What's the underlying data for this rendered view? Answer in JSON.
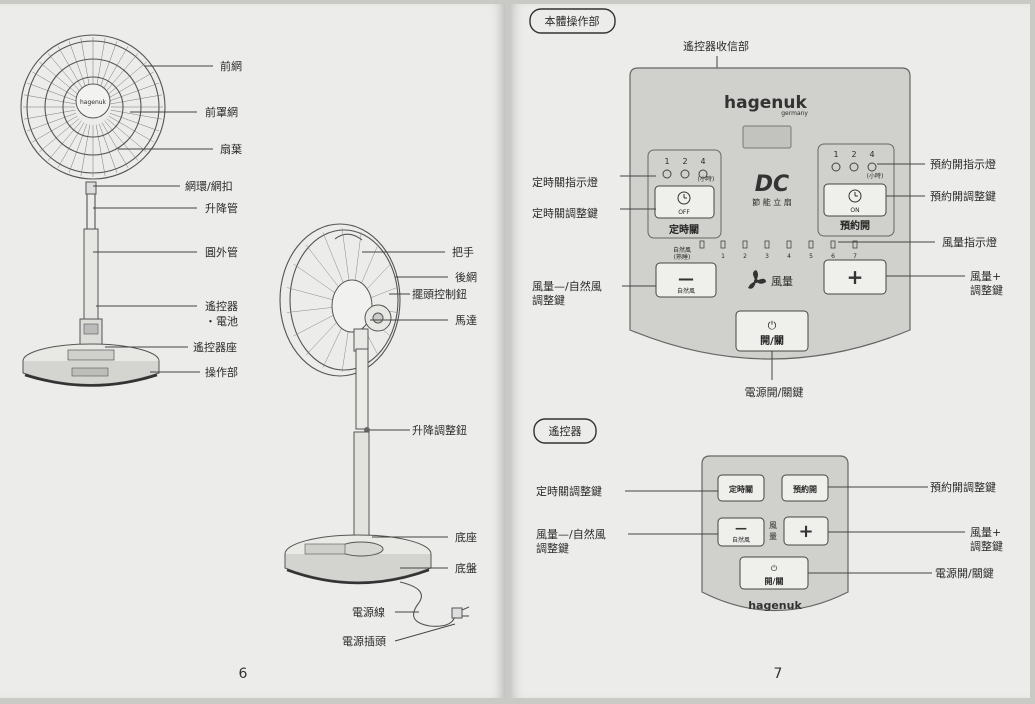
{
  "left_page": {
    "labels": {
      "front_grill": "前網",
      "front_cover_grill": "前罩網",
      "blade": "扇葉",
      "grill_ring_clip": "網環/網扣",
      "lift_tube": "升降管",
      "outer_tube": "圓外管",
      "remote_battery_1": "遙控器",
      "remote_battery_2": "・電池",
      "remote_holder": "遙控器座",
      "control_panel": "操作部",
      "handle": "把手",
      "rear_grill": "後網",
      "oscillation_knob": "擺頭控制鈕",
      "motor": "馬達",
      "height_knob": "升降調整鈕",
      "base_seat": "底座",
      "base_plate": "底盤",
      "power_cord": "電源線",
      "power_plug": "電源插頭"
    },
    "fan_brand": "hagenuk",
    "page_number": "6"
  },
  "right_page": {
    "section_body": "本體操作部",
    "section_remote": "遙控器",
    "ir_receiver": "遙控器收信部",
    "brand": "hagenuk",
    "brand_sub": "germany",
    "dc_logo": "DC",
    "dc_sub": "節 能 立 扇",
    "timer_nums": [
      "1",
      "2",
      "4"
    ],
    "timer_unit": "(小時)",
    "off_label": "OFF",
    "timer_off_btn": "定時關",
    "on_label": "ON",
    "timer_on_btn": "預約開",
    "natural_wind": "自然風",
    "natural_wind_sub": "(熟睡)",
    "speed_nums": [
      "1",
      "2",
      "3",
      "4",
      "5",
      "6",
      "7"
    ],
    "minus_sign": "—",
    "plus_sign": "+",
    "wind_label": "風量",
    "power_symbol": "⏻",
    "power_btn": "開/關",
    "callouts": {
      "timer_off_indicator": "定時關指示燈",
      "timer_off_key": "定時關調整鍵",
      "wind_minus_1": "風量—/自然風",
      "wind_minus_2": "調整鍵",
      "timer_on_indicator": "預約開指示燈",
      "timer_on_key": "預約開調整鍵",
      "wind_indicator": "風量指示燈",
      "wind_plus_1": "風量+",
      "wind_plus_2": "調整鍵",
      "power_key": "電源開/關鍵"
    },
    "remote": {
      "timer_off_btn": "定時關",
      "timer_on_btn": "預約開",
      "natural_wind": "自然風",
      "wind_1": "風",
      "wind_2": "量",
      "power_btn": "開/關",
      "brand": "hagenuk",
      "callouts": {
        "timer_off_key": "定時關調整鍵",
        "wind_minus_1": "風量—/自然風",
        "wind_minus_2": "調整鍵",
        "timer_on_key": "預約開調整鍵",
        "wind_plus_1": "風量+",
        "wind_plus_2": "調整鍵",
        "power_key": "電源開/關鍵"
      }
    },
    "page_number": "7"
  }
}
